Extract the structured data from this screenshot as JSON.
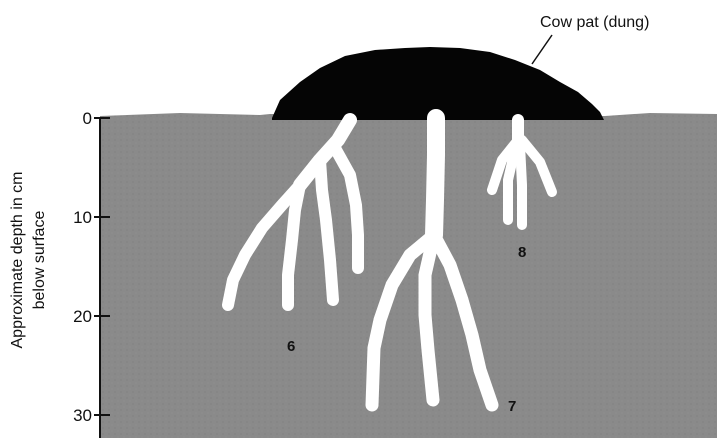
{
  "diagram": {
    "dung_label": "Cow pat (dung)",
    "axis_label_line1": "Approximate depth in cm",
    "axis_label_line2": "below surface",
    "ticks": [
      "0",
      "10",
      "20",
      "30"
    ],
    "burrow_labels": {
      "a": "6",
      "b": "7",
      "c": "8"
    }
  },
  "colors": {
    "soil": "#8a8a8a",
    "dung": "#050505",
    "burrow": "#ffffff"
  }
}
